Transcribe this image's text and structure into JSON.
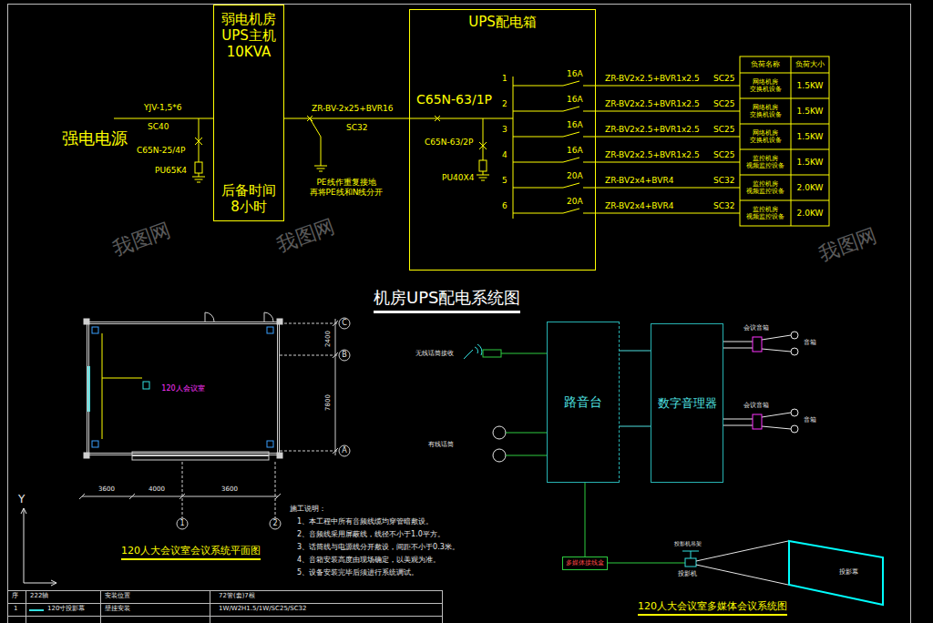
{
  "diagram": {
    "title": "机房UPS配电系统图",
    "nodes": [
      {
        "text": [
          "弱电机房 UPS主机 10KVA",
          "后备时间 8小时"
        ]
      },
      {
        "text": [
          "UPS配电箱"
        ]
      },
      {
        "text": [
          "120人会议室"
        ]
      },
      {
        "text": [
          "路音台"
        ]
      },
      {
        "text": [
          "数字音理器"
        ]
      },
      {
        "text": [
          "多媒体接线盒"
        ]
      },
      {
        "text": [
          "投影幕"
        ]
      }
    ],
    "edges": [
      {
        "from": 0,
        "to": 1,
        "label": "ZR-BV-2x25+BVR16",
        "arrow": "none"
      },
      {
        "from": 3,
        "to": 4,
        "arrow": "none"
      },
      {
        "from": 3,
        "to": 4,
        "arrow": "none"
      },
      {
        "from": 3,
        "to": 5,
        "arrow": "none"
      }
    ],
    "labels": [
      "强电电源",
      "YJV-1,5*6",
      "SC40",
      "C65N-25/4P",
      "PU65K4",
      "SC32",
      "PE线作重复接地 再将PE线和N线分开",
      "C65N-63/1P",
      "C65N-63/2P",
      "PU40X4",
      "1",
      "2",
      "3",
      "4",
      "5",
      "6",
      "16A",
      "16A",
      "16A",
      "16A",
      "20A",
      "20A",
      "ZR-BV2x2.5+BVR1x2.5",
      "ZR-BV2x2.5+BVR1x2.5",
      "ZR-BV2x2.5+BVR1x2.5",
      "ZR-BV2x2.5+BVR1x2.5",
      "ZR-BV2x4+BVR4",
      "ZR-BV2x4+BVR4",
      "SC25",
      "SC25",
      "SC25",
      "SC25",
      "SC32",
      "SC32",
      "负荷名称",
      "负荷大小",
      "网络机房 交换机设备",
      "1.5KW",
      "网络机房 交换机设备",
      "1.5KW",
      "网络机房 交换机设备",
      "1.5KW",
      "监控机房 视频监控设备",
      "1.5KW",
      "监控机房 视频监控设备",
      "2.0KW",
      "监控机房 视频监控设备",
      "2.0KW",
      "3600",
      "4000",
      "3600",
      "2400",
      "7800",
      "C",
      "B",
      "A",
      "1",
      "2",
      "120人大会议室会议系统平面图",
      "施工说明：",
      "1、本工程中所有音频线缆均穿管暗敷设。",
      "2、音频线采用屏蔽线，线径不小于1.0平方。",
      "3、话筒线与电源线分开敷设，间距不小于0.3米。",
      "4、音箱安装高度由现场确定，以美观为准。",
      "5、设备安装完毕后须进行系统调试。",
      "无线话筒接收",
      "有线话筒",
      "会议音箱",
      "音箱",
      "会议音箱",
      "音箱",
      "投影机吊架",
      "投影机",
      "120人大会议室多媒体会议系统图",
      "Y",
      "序",
      "222轴",
      "安装位置",
      "72管(套)7根",
      "1",
      "120寸投影幕",
      "壁挂安装",
      "1W/W2H1.5/1W/SC25/SC32",
      "我图网",
      "我图网",
      "我图网"
    ]
  }
}
